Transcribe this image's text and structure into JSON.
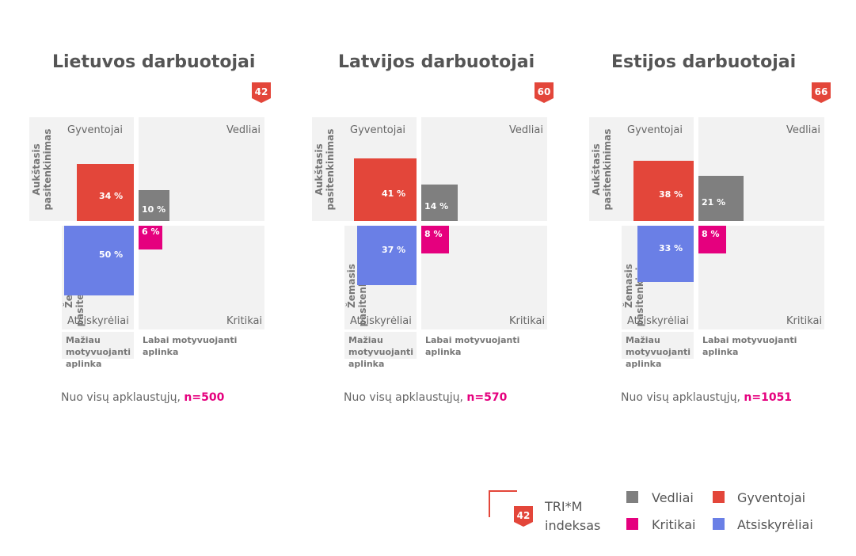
{
  "colors": {
    "vedliai": "#7f7f7f",
    "gyventojai": "#e3463a",
    "kritikai": "#e5007e",
    "atsiskyreliai": "#6a7fe6",
    "badge": "#e3463a",
    "quad": "#f2f2f2"
  },
  "axis": {
    "y_high": "Aukštasis pasitenkinimas",
    "y_low": "Žemasis pasitenkinimas",
    "x_low": "Mažiau motyvuojanti aplinka",
    "x_high": "Labai motyvuojanti aplinka"
  },
  "quadrant_names": {
    "tl": "Gyventojai",
    "tr": "Vedliai",
    "bl": "Atsiskyrėliai",
    "br": "Kritikai"
  },
  "chart_data": [
    {
      "type": "quadrant-bar",
      "title": "Lietuvos darbuotojai",
      "index": "42",
      "footnote_text": "Nuo visų apklaustųjų, ",
      "footnote_n": "n=500",
      "values": {
        "gyventojai": 34,
        "vedliai": 10,
        "kritikai": 6,
        "atsiskyreliai": 50
      },
      "labels": {
        "gyventojai": "34 %",
        "vedliai": "10 %",
        "kritikai": "6 %",
        "atsiskyreliai": "50 %"
      }
    },
    {
      "type": "quadrant-bar",
      "title": "Latvijos darbuotojai",
      "index": "60",
      "footnote_text": "Nuo visų apklaustųjų, ",
      "footnote_n": "n=570",
      "values": {
        "gyventojai": 41,
        "vedliai": 14,
        "kritikai": 8,
        "atsiskyreliai": 37
      },
      "labels": {
        "gyventojai": "41 %",
        "vedliai": "14 %",
        "kritikai": "8 %",
        "atsiskyreliai": "37 %"
      }
    },
    {
      "type": "quadrant-bar",
      "title": "Estijos darbuotojai",
      "index": "66",
      "footnote_text": "Nuo visų apklaustųjų, ",
      "footnote_n": "n=1051",
      "values": {
        "gyventojai": 38,
        "vedliai": 21,
        "kritikai": 8,
        "atsiskyreliai": 33
      },
      "labels": {
        "gyventojai": "38 %",
        "vedliai": "21 %",
        "kritikai": "8 %",
        "atsiskyreliai": "33 %"
      }
    }
  ],
  "legend": {
    "badge_value": "42",
    "index_line1": "TRI*M",
    "index_line2": "indeksas",
    "items": [
      {
        "key": "vedliai",
        "label": "Vedliai"
      },
      {
        "key": "gyventojai",
        "label": "Gyventojai"
      },
      {
        "key": "kritikai",
        "label": "Kritikai"
      },
      {
        "key": "atsiskyreliai",
        "label": "Atsiskyrėliai"
      }
    ]
  }
}
